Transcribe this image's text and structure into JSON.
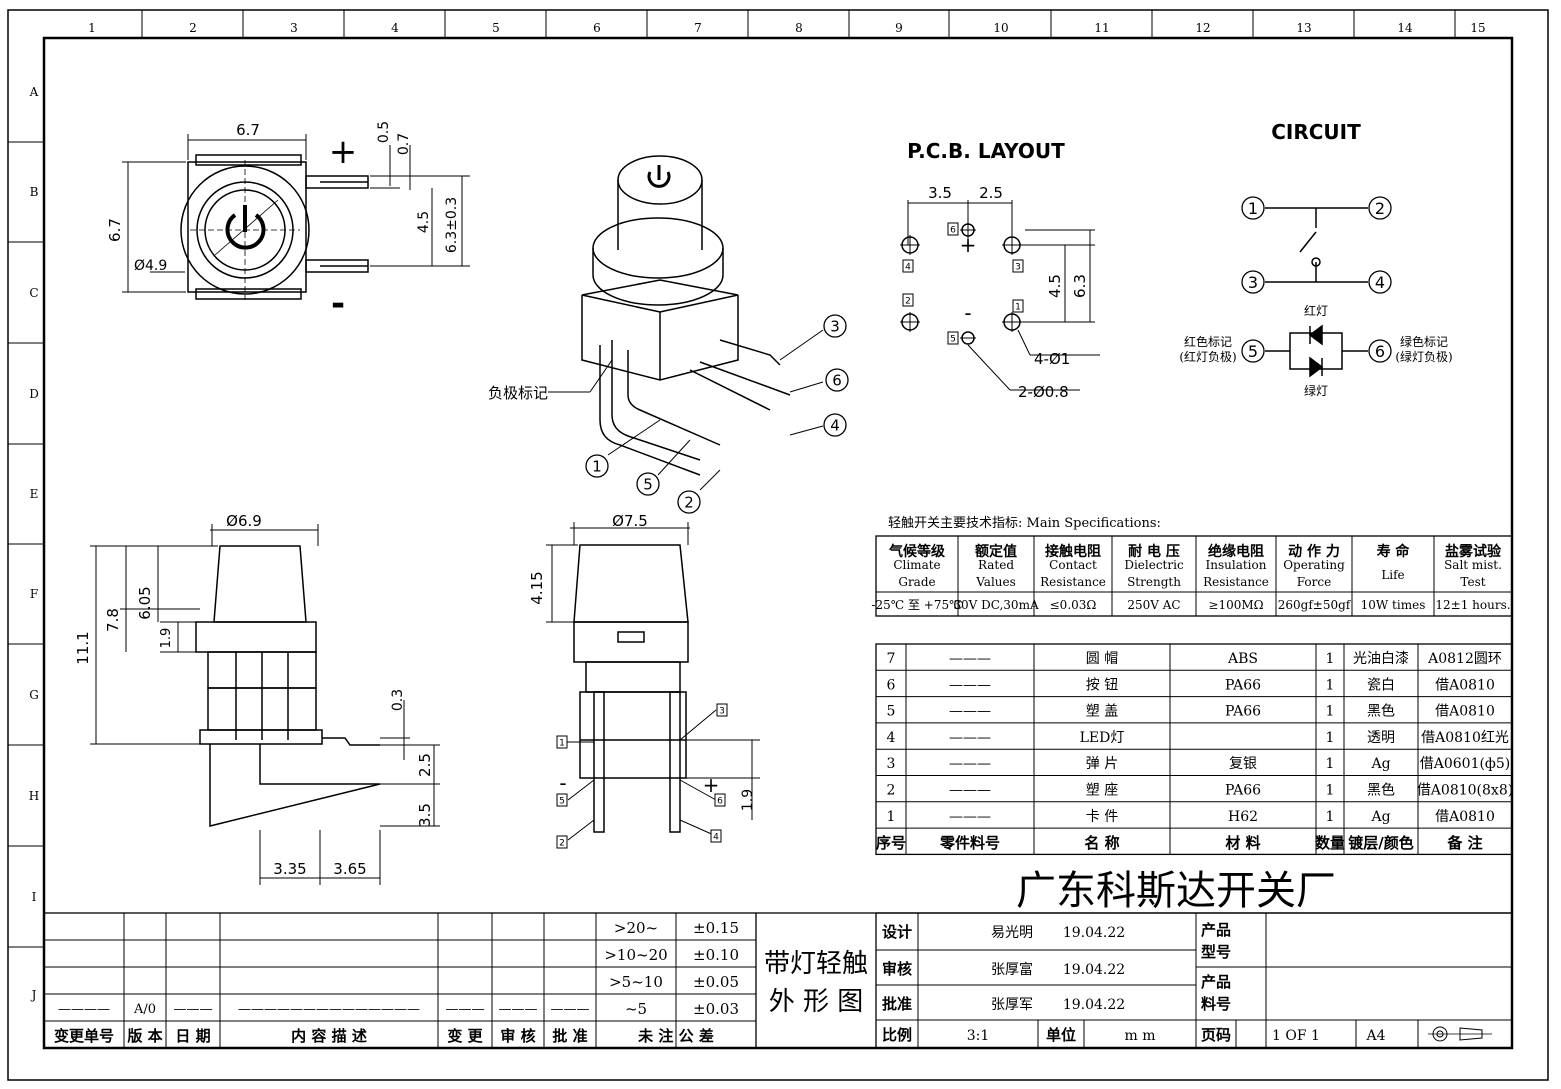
{
  "frame": {
    "col_labels": [
      "1",
      "2",
      "3",
      "4",
      "5",
      "6",
      "7",
      "8",
      "9",
      "10",
      "11",
      "12",
      "13",
      "14",
      "15"
    ],
    "row_labels": [
      "A",
      "B",
      "C",
      "D",
      "E",
      "F",
      "G",
      "H",
      "I",
      "J"
    ]
  },
  "top_view": {
    "width": "6.7",
    "height": "6.7",
    "diameter": "Ø4.9",
    "dim_05": "0.5",
    "dim_07": "0.7",
    "dim_45": "4.5",
    "dim_63": "6.3±0.3",
    "plus": "+",
    "minus": "-"
  },
  "iso_view": {
    "neg_mark_label": "负极标记",
    "callouts": [
      "3",
      "6",
      "4",
      "1",
      "5",
      "2"
    ]
  },
  "front_view": {
    "cap_dia": "Ø6.9",
    "h_111": "11.1",
    "h_78": "7.8",
    "h_605": "6.05",
    "h_19": "1.9",
    "d_03": "0.3",
    "d_25": "2.5",
    "d_35": "3.5",
    "w_335": "3.35",
    "w_365": "3.65"
  },
  "side_view": {
    "cap_dia": "Ø7.5",
    "h_415": "4.15",
    "d_19": "1.9",
    "minus": "-",
    "plus": "+",
    "pins": [
      "1",
      "5",
      "2",
      "3",
      "6",
      "4"
    ]
  },
  "pcb": {
    "title": "P.C.B. LAYOUT",
    "d35": "3.5",
    "d25": "2.5",
    "d45": "4.5",
    "d63": "6.3",
    "hole1": "4-Ø1",
    "hole2": "2-Ø0.8",
    "pins": [
      "6",
      "4",
      "2",
      "5",
      "1",
      "3"
    ],
    "plus": "+",
    "minus": "-"
  },
  "circuit": {
    "title": "CIRCUIT",
    "nodes": [
      "1",
      "2",
      "3",
      "4",
      "5",
      "6"
    ],
    "red_led": "红灯",
    "green_led": "绿灯",
    "red_mark": "红色标记",
    "red_mark_sub": "(红灯负极)",
    "green_mark": "绿色标记",
    "green_mark_sub": "(绿灯负极)"
  },
  "specs": {
    "heading": "轻触开关主要技术指标:   Main Specifications:",
    "headers": [
      [
        "气候等级",
        "Climate",
        "Grade"
      ],
      [
        "额定值",
        "Rated",
        "Values"
      ],
      [
        "接触电阻",
        "Contact",
        "Resistance"
      ],
      [
        "耐 电 压",
        "Dielectric",
        "Strength"
      ],
      [
        "绝缘电阻",
        "Insulation",
        "Resistance"
      ],
      [
        "动 作 力",
        "Operating",
        "Force"
      ],
      [
        "寿  命",
        "Life",
        ""
      ],
      [
        "盐雾试验",
        "Salt mist.",
        "Test"
      ]
    ],
    "values": [
      "-25℃ 至 +75℃",
      "30V DC,30mA",
      "≤0.03Ω",
      "250V AC",
      "≥100MΩ",
      "260gf±50gf",
      "10W times",
      "12±1 hours."
    ]
  },
  "bom": {
    "rows": [
      [
        "7",
        "———",
        "圆  帽",
        "ABS",
        "1",
        "光油白漆",
        "A0812圆环"
      ],
      [
        "6",
        "———",
        "按  钮",
        "PA66",
        "1",
        "瓷白",
        "借A0810"
      ],
      [
        "5",
        "———",
        "塑  盖",
        "PA66",
        "1",
        "黑色",
        "借A0810"
      ],
      [
        "4",
        "———",
        "LED灯",
        "",
        "1",
        "透明",
        "借A0810红光"
      ],
      [
        "3",
        "———",
        "弹  片",
        "复银",
        "1",
        "Ag",
        "借A0601(ф5)"
      ],
      [
        "2",
        "———",
        "塑  座",
        "PA66",
        "1",
        "黑色",
        "借A0810(8x8)"
      ],
      [
        "1",
        "———",
        "卡  件",
        "H62",
        "1",
        "Ag",
        "借A0810"
      ]
    ],
    "headers": [
      "序号",
      "零件料号",
      "名  称",
      "材  料",
      "数量",
      "镀层/颜色",
      "备  注"
    ]
  },
  "company": "广东科斯达开关厂",
  "revision": {
    "tol_rows": [
      [
        ">20~",
        "±0.15"
      ],
      [
        ">10~20",
        "±0.10"
      ],
      [
        ">5~10",
        "±0.05"
      ],
      [
        "~5",
        "±0.03"
      ]
    ],
    "row4": [
      "————",
      "A/0",
      "———",
      "——————————————",
      "———",
      "———",
      "———"
    ],
    "headers": [
      "变更单号",
      "版 本",
      "日 期",
      "内 容 描 述",
      "变 更",
      "审 核",
      "批 准",
      "未 注 公 差"
    ],
    "title_line1": "带灯轻触",
    "title_line2": "外 形 图"
  },
  "approvals": {
    "rows": [
      [
        "设计",
        "易光明",
        "19.04.22"
      ],
      [
        "审核",
        "张厚富",
        "19.04.22"
      ],
      [
        "批准",
        "张厚军",
        "19.04.22"
      ]
    ],
    "product_model": "产品型号",
    "product_code": "产品料号",
    "scale_label": "比例",
    "scale": "3:1",
    "unit_label": "单位",
    "unit": "m m",
    "page_label": "页码",
    "page": "1 OF 1",
    "size": "A4"
  }
}
